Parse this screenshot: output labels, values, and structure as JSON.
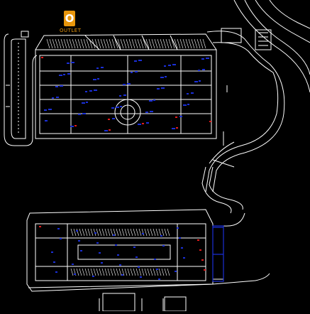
{
  "drawing": {
    "type": "CAD site plan",
    "background": "#000000",
    "line_color": "#ffffff",
    "accent_color": "#1a2fd6",
    "highlight_color": "#e21b1b"
  },
  "logo": {
    "letter": "O",
    "text": "OUTLET",
    "color": "#e8960c"
  }
}
